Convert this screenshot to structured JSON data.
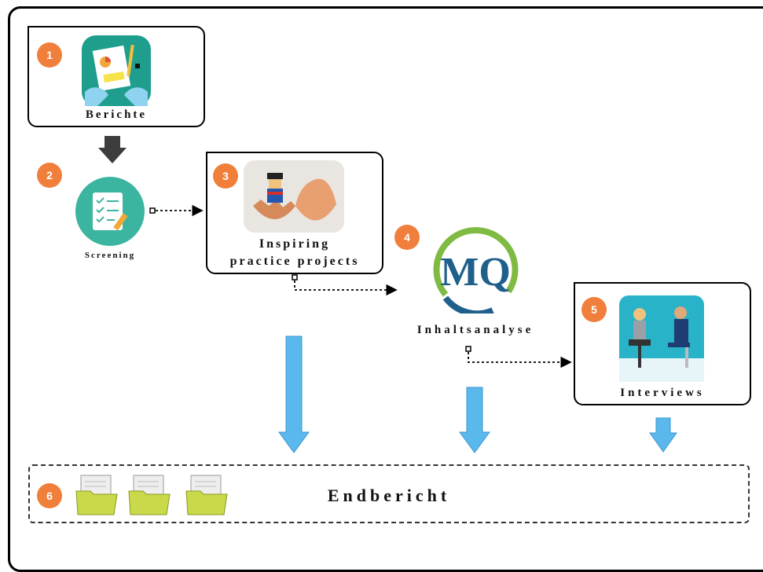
{
  "colors": {
    "badge": "#F07F3C",
    "teal": "#1F9E8E",
    "screening_bg": "#3BB59F",
    "arrow_blue": "#5BB8EC",
    "arrow_dark": "#444444",
    "interview_bg": "#29B3C9",
    "mq_green": "#7FBA42",
    "mq_blue": "#1F5F8B"
  },
  "steps": [
    {
      "num": "1",
      "label": "Berichte",
      "icon": "report-icon"
    },
    {
      "num": "2",
      "label": "Screening",
      "icon": "checklist-icon"
    },
    {
      "num": "3",
      "label_line1": "Inspiring",
      "label_line2": "practice projects",
      "icon": "superhero-eggshell-image"
    },
    {
      "num": "4",
      "label": "Inhaltsanalyse",
      "icon": "mq-logo-icon"
    },
    {
      "num": "5",
      "label": "Interviews",
      "icon": "interview-image"
    },
    {
      "num": "6",
      "label": "Endbericht",
      "icon": "folder-icon"
    }
  ],
  "logo": {
    "text": "MQ"
  }
}
